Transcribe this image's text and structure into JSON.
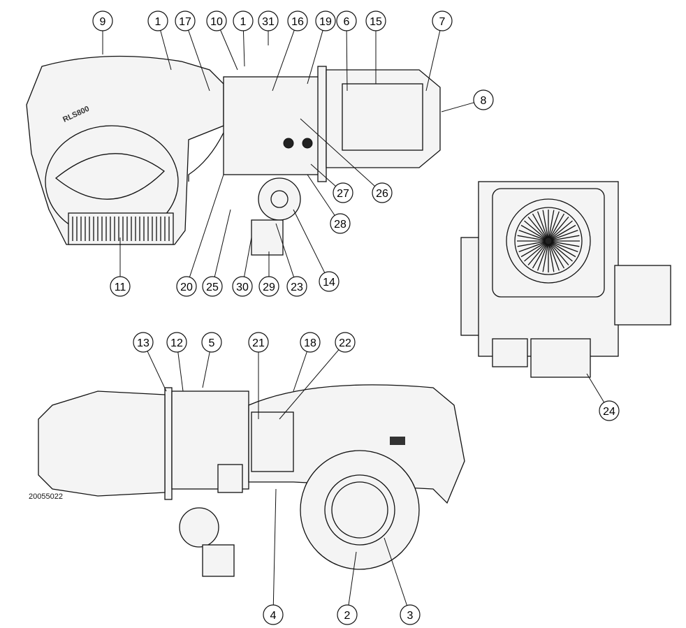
{
  "figure": {
    "drawing_code": "20055022",
    "logo_text": "RLS800",
    "callouts": [
      "9",
      "1",
      "17",
      "10",
      "1",
      "31",
      "16",
      "19",
      "6",
      "15",
      "7",
      "8",
      "27",
      "26",
      "28",
      "11",
      "20",
      "25",
      "30",
      "29",
      "23",
      "14",
      "24",
      "13",
      "12",
      "5",
      "21",
      "18",
      "22",
      "4",
      "2",
      "3"
    ]
  }
}
